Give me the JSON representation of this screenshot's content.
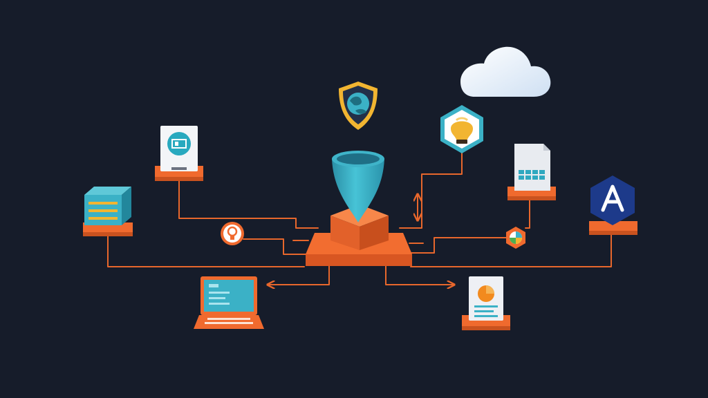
{
  "theme": {
    "background": "#161c2a",
    "connector": "#e8672c",
    "platform": "#f06a2e",
    "platform_dark": "#c9521f",
    "teal": "#3bb8cc",
    "navy": "#1d3a8a",
    "gold": "#f2b531",
    "cloud": "#f4f6fa"
  },
  "diagram": {
    "nodes": [
      {
        "id": "central-hub",
        "icon": "funnel-on-platform-icon"
      },
      {
        "id": "security-shield",
        "icon": "globe-shield-icon"
      },
      {
        "id": "cloud",
        "icon": "cloud-icon"
      },
      {
        "id": "idea-hexagon",
        "icon": "lightbulb-hexagon-icon"
      },
      {
        "id": "monitor-card",
        "icon": "display-card-icon"
      },
      {
        "id": "database-stack",
        "icon": "server-stack-icon"
      },
      {
        "id": "lightbulb-badge",
        "icon": "lightbulb-circle-icon"
      },
      {
        "id": "laptop",
        "icon": "laptop-icon"
      },
      {
        "id": "sim-document",
        "icon": "spreadsheet-document-icon"
      },
      {
        "id": "app-store-badge",
        "icon": "app-store-hexagon-icon"
      },
      {
        "id": "chart-badge",
        "icon": "pie-chart-hexagon-icon"
      },
      {
        "id": "report-document",
        "icon": "report-document-icon"
      }
    ]
  }
}
